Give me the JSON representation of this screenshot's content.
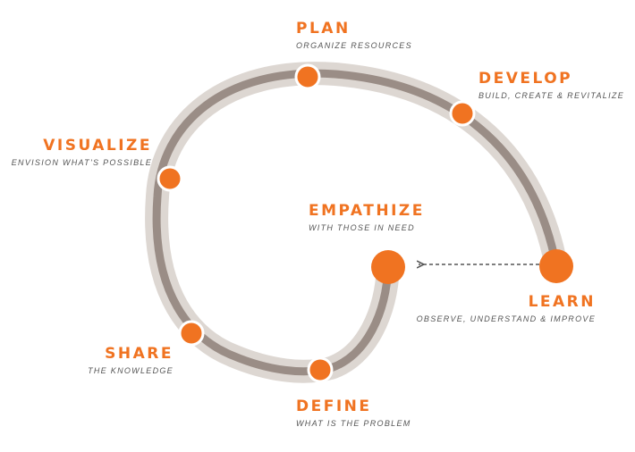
{
  "colors": {
    "accent": "#F07321",
    "track_outer": "#DDD7D2",
    "track_inner": "#9A8D86",
    "subtitle": "#555555",
    "arrow": "#555555"
  },
  "stages": {
    "plan": {
      "title": "PLAN",
      "subtitle": "ORGANIZE RESOURCES"
    },
    "develop": {
      "title": "DEVELOP",
      "subtitle": "BUILD, CREATE & REVITALIZE"
    },
    "visualize": {
      "title": "VISUALIZE",
      "subtitle": "ENVISION WHAT'S POSSIBLE"
    },
    "empathize": {
      "title": "EMPATHIZE",
      "subtitle": "WITH THOSE IN NEED"
    },
    "learn": {
      "title": "LEARN",
      "subtitle": "OBSERVE, UNDERSTAND & IMPROVE"
    },
    "share": {
      "title": "SHARE",
      "subtitle": "THE KNOWLEDGE"
    },
    "define": {
      "title": "DEFINE",
      "subtitle": "WHAT IS THE PROBLEM"
    }
  }
}
